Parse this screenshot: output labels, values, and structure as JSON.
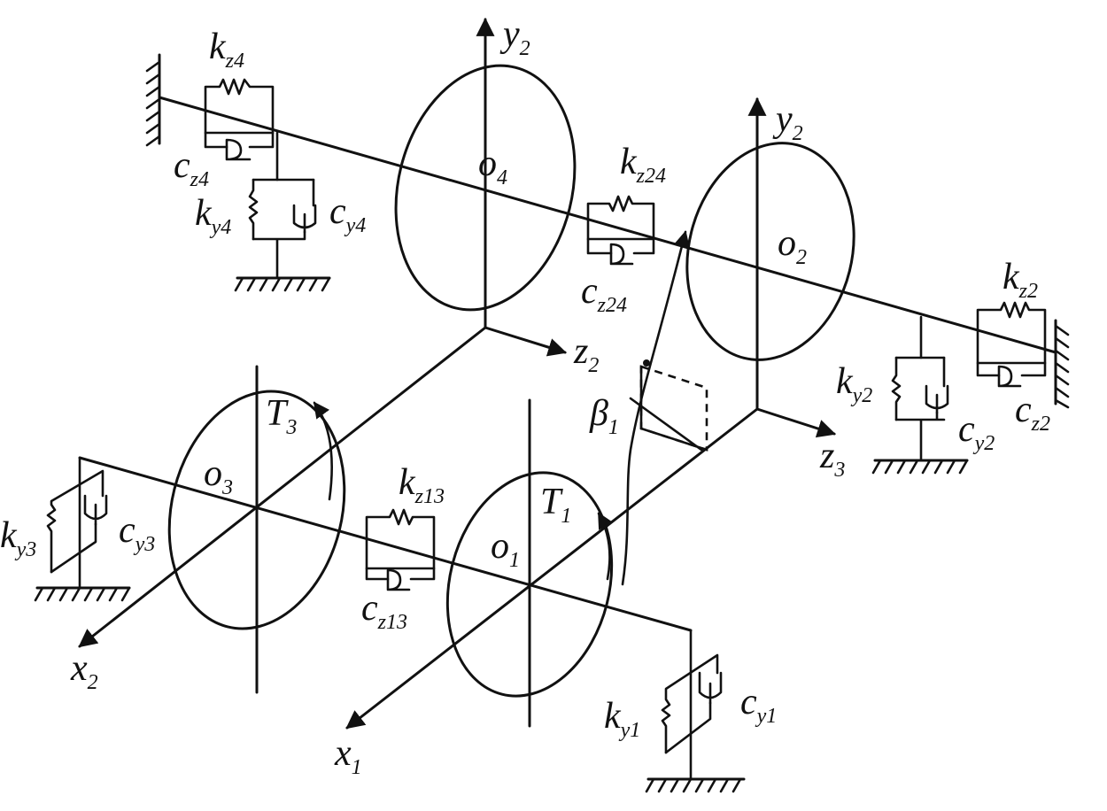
{
  "axes": {
    "y2_top": {
      "main": "y",
      "sub": "2"
    },
    "y2_right": {
      "main": "y",
      "sub": "2"
    },
    "z2": {
      "main": "z",
      "sub": "2"
    },
    "z3": {
      "main": "z",
      "sub": "3"
    },
    "x1": {
      "main": "x",
      "sub": "1"
    },
    "x2": {
      "main": "x",
      "sub": "2"
    }
  },
  "centers": {
    "o1": {
      "main": "o",
      "sub": "1"
    },
    "o2": {
      "main": "o",
      "sub": "2"
    },
    "o3": {
      "main": "o",
      "sub": "3"
    },
    "o4": {
      "main": "o",
      "sub": "4"
    }
  },
  "torques": {
    "T1": {
      "main": "T",
      "sub": "1"
    },
    "T3": {
      "main": "T",
      "sub": "3"
    }
  },
  "angle": {
    "beta1": {
      "main": "β",
      "sub": "1"
    }
  },
  "springs": {
    "kz4": {
      "main": "k",
      "sub": "z4"
    },
    "ky4": {
      "main": "k",
      "sub": "y4"
    },
    "kz24": {
      "main": "k",
      "sub": "z24"
    },
    "kz2": {
      "main": "k",
      "sub": "z2"
    },
    "ky2": {
      "main": "k",
      "sub": "y2"
    },
    "ky3": {
      "main": "k",
      "sub": "y3"
    },
    "kz13": {
      "main": "k",
      "sub": "z13"
    },
    "ky1": {
      "main": "k",
      "sub": "y1"
    }
  },
  "dampers": {
    "cz4": {
      "main": "c",
      "sub": "z4"
    },
    "cy4": {
      "main": "c",
      "sub": "y4"
    },
    "cz24": {
      "main": "c",
      "sub": "z24"
    },
    "cz2": {
      "main": "c",
      "sub": "z2"
    },
    "cy2": {
      "main": "c",
      "sub": "y2"
    },
    "cy3": {
      "main": "c",
      "sub": "y3"
    },
    "cz13": {
      "main": "c",
      "sub": "z13"
    },
    "cy1": {
      "main": "c",
      "sub": "y1"
    }
  }
}
